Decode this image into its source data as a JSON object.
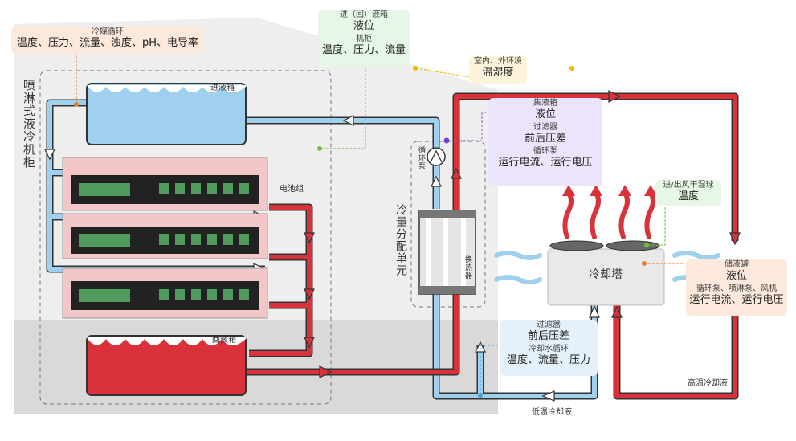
{
  "colors": {
    "hot": "#d9323a",
    "cold": "#9fd0ee",
    "pipe_outline": "#333333",
    "orange_bg": "#fde9dc",
    "green_bg": "#e6f6e7",
    "purple_bg": "#ece4fa",
    "blue_bg": "#e4f1fb",
    "yellow_bg": "#fdf3d9"
  },
  "coolant_loop": {
    "title": "冷媒循环",
    "params": "温度、压力、流量、浊度、pH、电导率"
  },
  "tank_cabinet": {
    "title": "进（回）液箱",
    "level": "液位",
    "cabinet": "机柜",
    "params": "温度、压力、流量"
  },
  "environment": {
    "title": "室内、外环境",
    "params": "温湿度"
  },
  "collector": {
    "title": "集液箱",
    "level": "液位",
    "filter": "过滤器",
    "dp": "前后压差",
    "pump": "循环泵",
    "pump_params": "运行电流、运行电压"
  },
  "air_in_out": {
    "title": "进/出风干湿球",
    "param": "温度"
  },
  "storage_tank": {
    "title": "储液罐",
    "level": "液位",
    "pumps": "循环泵、喷淋泵、风机",
    "pump_params": "运行电流、运行电压"
  },
  "cooling_water": {
    "filter": "过滤器",
    "dp": "前后压差",
    "loop": "冷却水循环",
    "params": "温度、流量、压力"
  },
  "cabinet_title": "喷淋式液冷机柜",
  "inlet_tank": "进液箱",
  "return_tank": "回液箱",
  "battery_label": "电池组",
  "cdu_label": "冷量分配单元",
  "pump_label": "循环泵",
  "hx_label": "换热器",
  "cooling_tower": "冷却塔",
  "high_temp": "高温冷却液",
  "low_temp": "低温冷却液"
}
